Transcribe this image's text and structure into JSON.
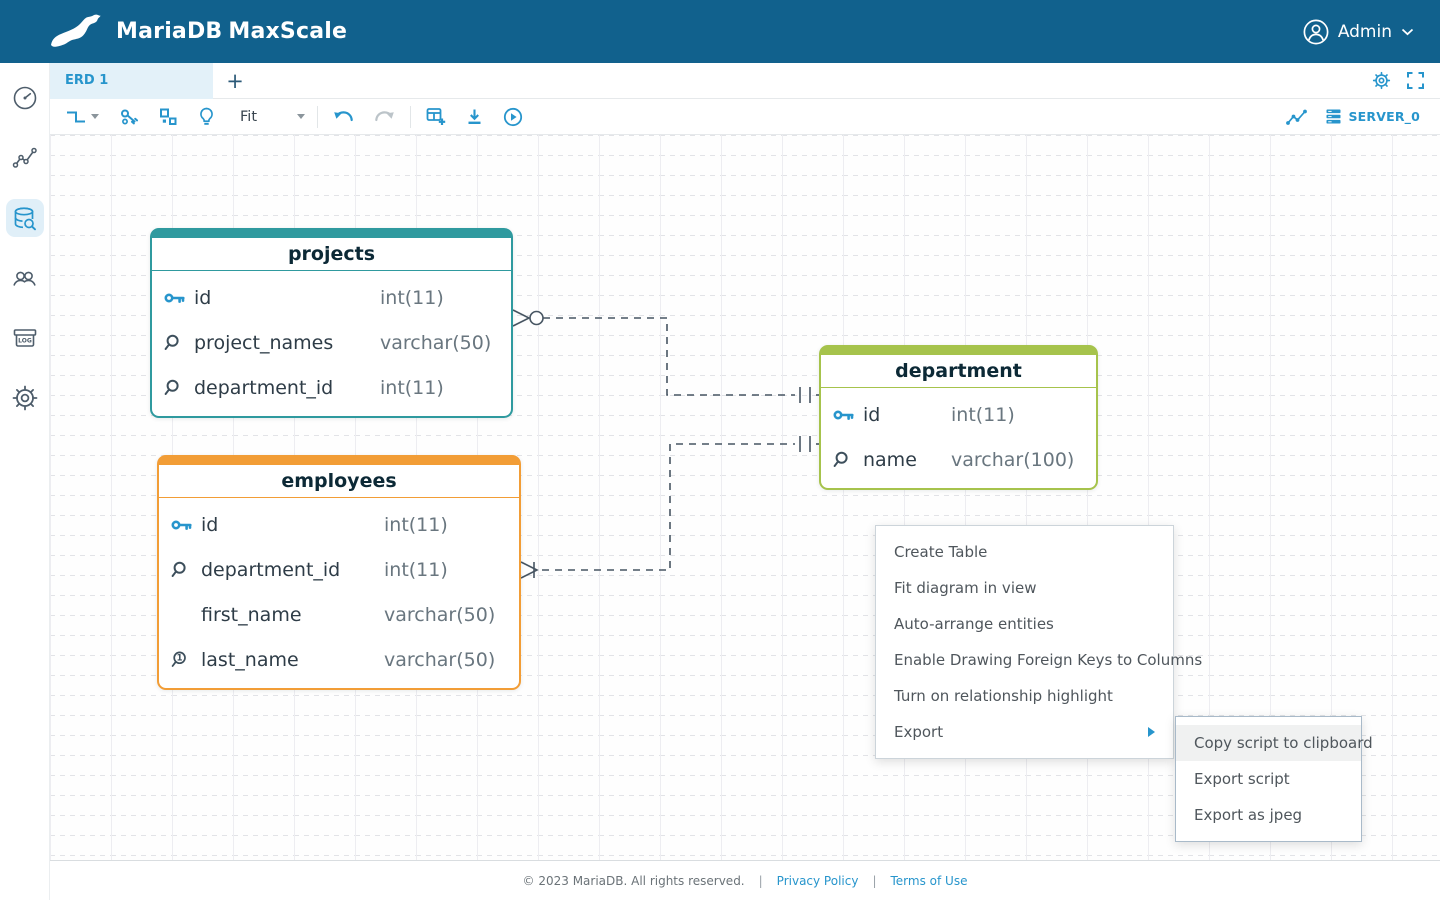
{
  "navbar": {
    "brand": "MariaDB",
    "product": "MaxScale",
    "user_label": "Admin"
  },
  "tabbar": {
    "active_tab": "ERD 1",
    "add_label": "+"
  },
  "toolbar": {
    "zoom_value": "Fit",
    "server_label": "SERVER_0"
  },
  "sidebar": {
    "items": [
      {
        "name": "dashboard"
      },
      {
        "name": "visualization"
      },
      {
        "name": "query-editor",
        "active": true
      },
      {
        "name": "users"
      },
      {
        "name": "logs"
      },
      {
        "name": "settings"
      }
    ],
    "log_icon_text": "LOG"
  },
  "colors": {
    "navbar_bg": "#11618d",
    "accent_blue": "#2795cc",
    "projects": "#2f9a9f",
    "employees": "#f29d36",
    "department": "#a6c34c",
    "relationship_line": "#475562"
  },
  "erd": {
    "tables": [
      {
        "name": "projects",
        "color": "#2f9a9f",
        "columns": [
          {
            "icon": "key",
            "name": "id",
            "type": "int(11)"
          },
          {
            "icon": "search",
            "name": "project_names",
            "type": "varchar(50)"
          },
          {
            "icon": "search",
            "name": "department_id",
            "type": "int(11)"
          }
        ]
      },
      {
        "name": "employees",
        "color": "#f29d36",
        "columns": [
          {
            "icon": "key",
            "name": "id",
            "type": "int(11)"
          },
          {
            "icon": "search",
            "name": "department_id",
            "type": "int(11)"
          },
          {
            "icon": "none",
            "name": "first_name",
            "type": "varchar(50)"
          },
          {
            "icon": "unique",
            "name": "last_name",
            "type": "varchar(50)"
          }
        ]
      },
      {
        "name": "department",
        "color": "#a6c34c",
        "columns": [
          {
            "icon": "key",
            "name": "id",
            "type": "int(11)"
          },
          {
            "icon": "search",
            "name": "name",
            "type": "varchar(100)"
          }
        ]
      }
    ]
  },
  "context_menu": {
    "items": [
      {
        "label": "Create Table"
      },
      {
        "label": "Fit diagram in view"
      },
      {
        "label": "Auto-arrange entities"
      },
      {
        "label": "Enable Drawing Foreign Keys to Columns"
      },
      {
        "label": "Turn on relationship highlight"
      },
      {
        "label": "Export",
        "has_submenu": true
      }
    ]
  },
  "submenu": {
    "items": [
      {
        "label": "Copy script to clipboard",
        "highlighted": true
      },
      {
        "label": "Export script"
      },
      {
        "label": "Export as jpeg"
      }
    ]
  },
  "footer": {
    "copyright": "© 2023 MariaDB. All rights reserved.",
    "separator": "|",
    "links": [
      "Privacy Policy",
      "Terms of Use"
    ]
  }
}
